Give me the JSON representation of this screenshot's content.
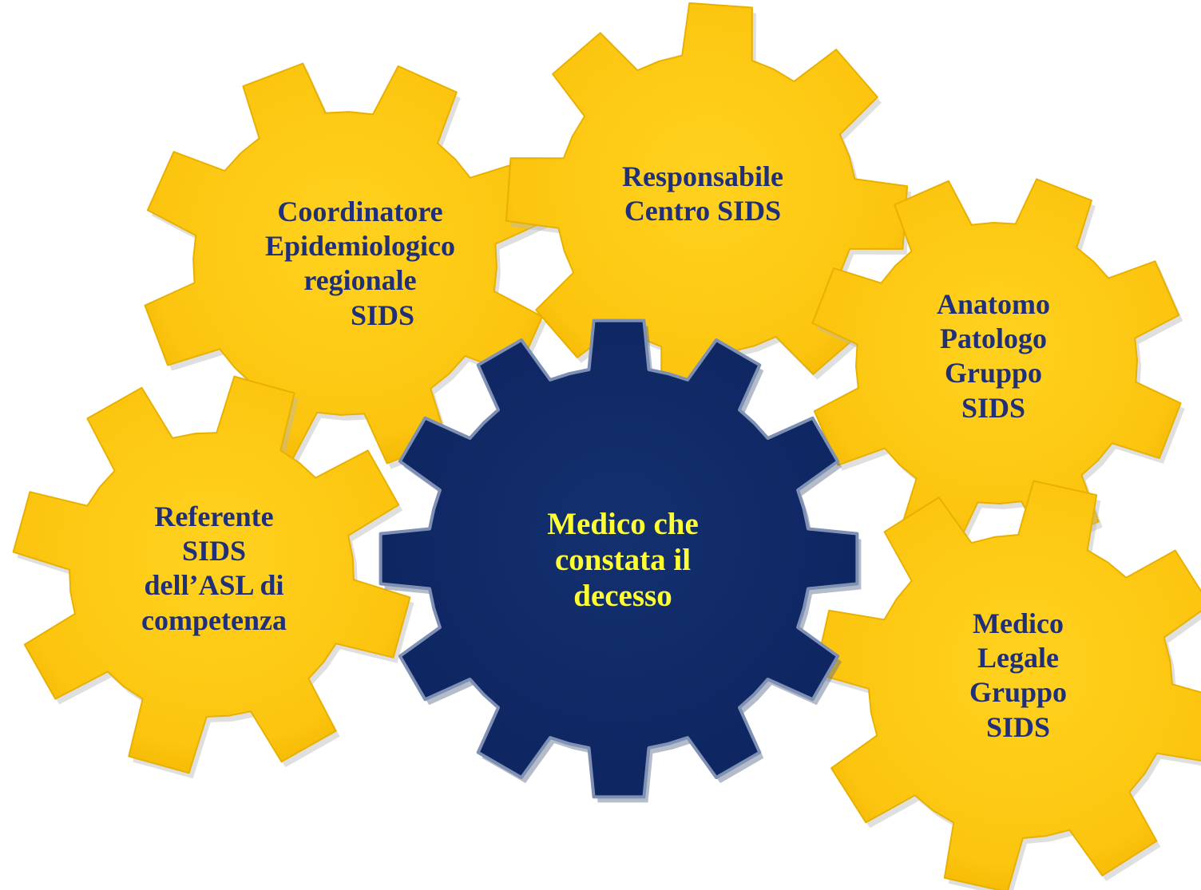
{
  "colors": {
    "yellow_gear": "#fcc50f",
    "yellow_gear_edge": "#e8b000",
    "blue_gear": "#10296a",
    "blue_gear_edge": "#7f90b5",
    "yellow_text": "#1f2f7a",
    "blue_text": "#ffff33"
  },
  "gears": {
    "coordinatore": {
      "lines": [
        "Coordinatore",
        "Epidemiologico",
        "regionale",
        "SIDS"
      ]
    },
    "responsabile": {
      "lines": [
        "Responsabile",
        "Centro SIDS"
      ]
    },
    "anatomo": {
      "lines": [
        "Anatomo",
        "Patologo",
        "Gruppo",
        "SIDS"
      ]
    },
    "referente": {
      "lines": [
        "Referente",
        "SIDS",
        "dell’ASL di",
        "competenza"
      ]
    },
    "legale": {
      "lines": [
        "Medico",
        "Legale",
        "Gruppo",
        "SIDS"
      ]
    },
    "medico": {
      "lines": [
        "Medico che",
        "constata il",
        "decesso"
      ]
    }
  }
}
